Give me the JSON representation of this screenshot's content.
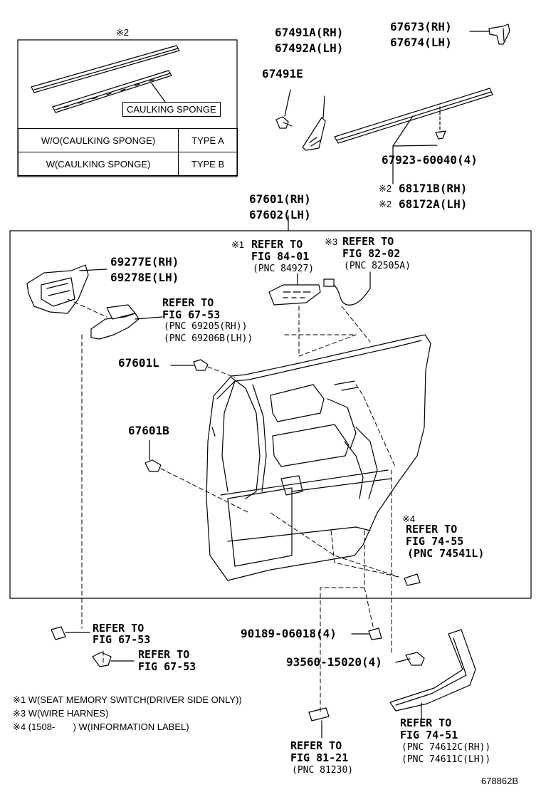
{
  "inset": {
    "mark": "※2",
    "caulking_label": "CAULKING SPONGE",
    "rows": [
      {
        "condition": "W/O(CAULKING SPONGE)",
        "type": "TYPE A"
      },
      {
        "condition": "W(CAULKING SPONGE)",
        "type": "TYPE B"
      }
    ]
  },
  "parts": {
    "p67491A": "67491A(RH)",
    "p67492A": "67492A(LH)",
    "p67491E": "67491E",
    "p67673": "67673(RH)",
    "p67674": "67674(LH)",
    "p67923": "67923-60040(4)",
    "p68171B": "68171B(RH)",
    "p68172A": "68172A(LH)",
    "mark68171": "※2",
    "mark68172": "※2",
    "p67601": "67601(RH)",
    "p67602": "67602(LH)",
    "p69277E": "69277E(RH)",
    "p69278E": "69278E(LH)",
    "p67601L": "67601L",
    "p67601B": "67601B",
    "p90189": "90189-06018(4)",
    "p93560": "93560-15020(4)"
  },
  "refs": {
    "r8401": {
      "mark": "※1",
      "line1": "REFER TO",
      "line2": "FIG 84-01",
      "pnc": "(PNC 84927)"
    },
    "r8202": {
      "mark": "※3",
      "line1": "REFER TO",
      "line2": "FIG 82-02",
      "pnc": "(PNC 82505A)"
    },
    "r6753a": {
      "line1": "REFER TO",
      "line2": "FIG 67-53",
      "pnc1": "(PNC 69205(RH))",
      "pnc2": "(PNC 69206B(LH))"
    },
    "r7455": {
      "mark": "※4",
      "line1": "REFER TO",
      "line2": "FIG 74-55",
      "pnc": "(PNC 74541L)"
    },
    "r6753b": {
      "line1": "REFER TO",
      "line2": "FIG 67-53"
    },
    "r6753c": {
      "line1": "REFER TO",
      "line2": "FIG 67-53"
    },
    "r8121": {
      "line1": "REFER TO",
      "line2": "FIG 81-21",
      "pnc": "(PNC 81230)"
    },
    "r7451": {
      "line1": "REFER TO",
      "line2": "FIG 74-51",
      "pnc1": "(PNC 74612C(RH))",
      "pnc2": "(PNC 74611C(LH))"
    }
  },
  "notes": [
    "※1 W(SEAT MEMORY SWITCH(DRIVER SIDE ONLY))",
    "※3 W(WIRE HARNES)",
    "※4 (1508-       ) W(INFORMATION LABEL)"
  ],
  "drawing_id": "678862B"
}
